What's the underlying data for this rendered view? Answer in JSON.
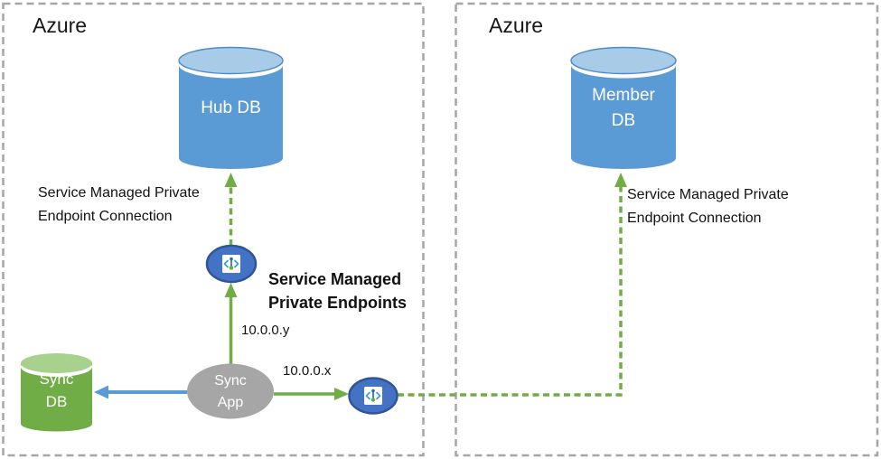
{
  "zones": {
    "left": {
      "label": "Azure"
    },
    "right": {
      "label": "Azure"
    }
  },
  "nodes": {
    "hub_db": {
      "label": "Hub DB"
    },
    "member_db": {
      "label": "Member\nDB"
    },
    "sync_db": {
      "label": "Sync\nDB"
    },
    "sync_app": {
      "label": "Sync\nApp"
    }
  },
  "labels": {
    "left_connection": "Service Managed Private\nEndpoint Connection",
    "right_connection": "Service Managed Private\nEndpoint Connection",
    "endpoints_title": "Service Managed\nPrivate Endpoints",
    "ip_y": "10.0.0.y",
    "ip_x": "10.0.0.x"
  },
  "icons": {
    "private_endpoint_upper": "private-endpoint-icon",
    "private_endpoint_lower": "private-endpoint-icon"
  },
  "colors": {
    "db_blue": "#5B9BD5",
    "db_blue_top": "#A8CBE8",
    "db_green": "#70AD47",
    "db_green_top": "#A9D18E",
    "app_gray": "#A6A6A6",
    "endpoint_fill": "#4472C4",
    "endpoint_border": "#2F5597",
    "arrow_green": "#70AD47",
    "arrow_blue": "#5B9BD5",
    "zone_border_gray": "#A6A6A6"
  }
}
